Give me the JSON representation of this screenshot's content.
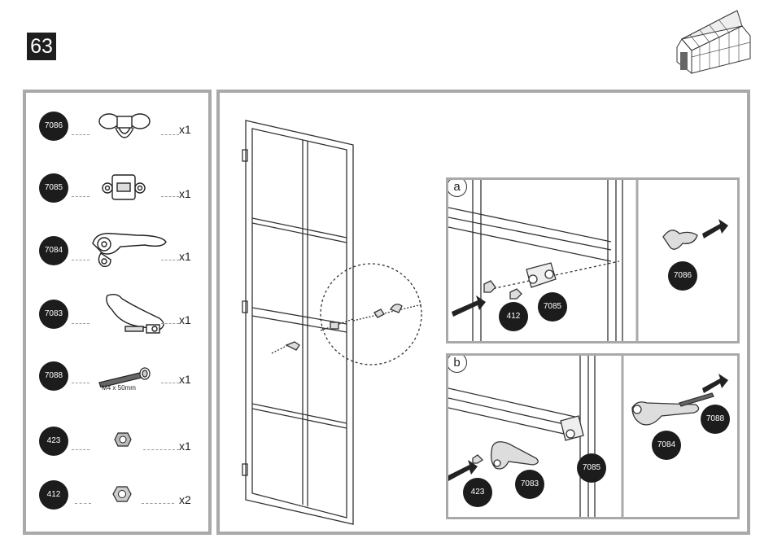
{
  "step": {
    "number": "63"
  },
  "parts": [
    {
      "code": "7086",
      "qty": "x1",
      "icon": "wing-clip-icon"
    },
    {
      "code": "7085",
      "qty": "x1",
      "icon": "bracket-connector-icon"
    },
    {
      "code": "7084",
      "qty": "x1",
      "icon": "handle-lever-icon"
    },
    {
      "code": "7083",
      "qty": "x1",
      "icon": "handle-latch-icon"
    },
    {
      "code": "7088",
      "qty": "x1",
      "icon": "bolt-icon",
      "spec": "M4 x 50mm"
    },
    {
      "code": "423",
      "qty": "x1",
      "icon": "lock-nut-icon"
    },
    {
      "code": "412",
      "qty": "x2",
      "icon": "hex-nut-icon"
    }
  ],
  "details": {
    "a": {
      "label": "a",
      "callouts": [
        "7086",
        "412",
        "7085"
      ]
    },
    "b": {
      "label": "b",
      "callouts": [
        "7088",
        "7084",
        "7085",
        "423",
        "7083"
      ]
    }
  },
  "colors": {
    "badge": "#1c1c1c",
    "frame": "#a9a9a9",
    "line": "#333333"
  }
}
